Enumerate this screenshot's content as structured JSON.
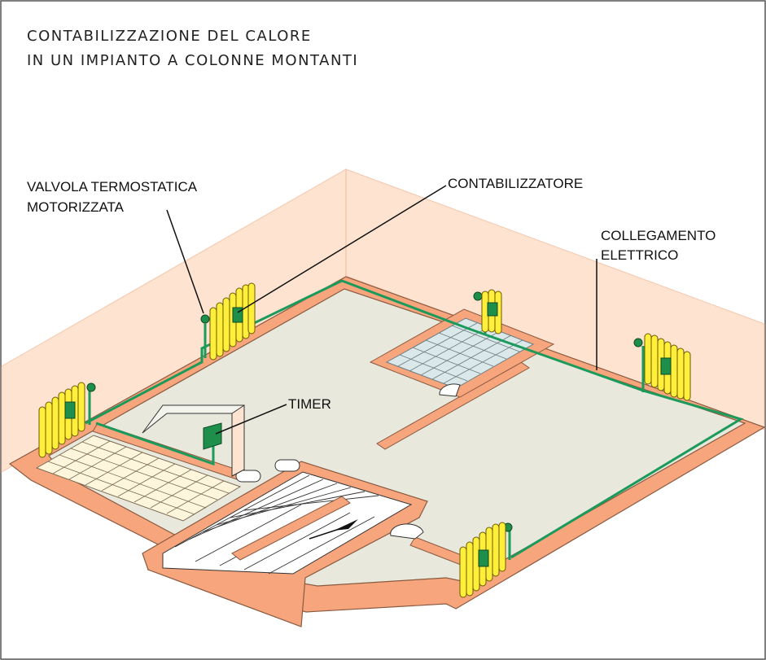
{
  "title": {
    "line1": "CONTABILIZZAZIONE DEL CALORE",
    "line2": "IN UN IMPIANTO A COLONNE MONTANTI"
  },
  "labels": {
    "valvola_line1": "VALVOLA TERMOSTATICA",
    "valvola_line2": "MOTORIZZATA",
    "contabilizzatore": "CONTABILIZZATORE",
    "collegamento_line1": "COLLEGAMENTO",
    "collegamento_line2": "ELETTRICO",
    "timer": "TIMER"
  },
  "colors": {
    "wall": "#fde3d0",
    "wall_slab": "#f6a57d",
    "floor": "#e8e8dc",
    "cable": "#1b9a5b",
    "radiator": "#ffef3a",
    "meter": "#1e8f4a",
    "tile_blue": "#dbe8ea",
    "tile_cream": "#fdf6dd"
  }
}
